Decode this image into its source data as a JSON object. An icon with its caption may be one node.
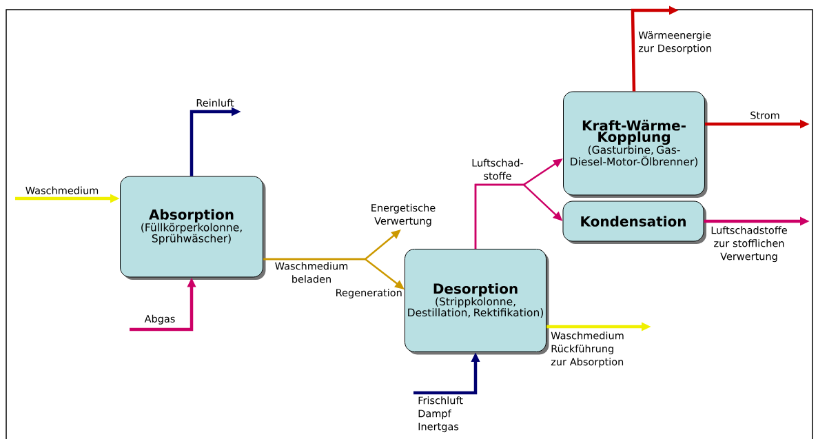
{
  "diagram": {
    "nodes": [
      {
        "text": [
          "Absorption",
          "(Füllkörperkolonne, Sprühwäscher)"
        ]
      },
      {
        "text": [
          "Desorption",
          "(Strippkolonne, Destillation, Rektifikation)"
        ]
      },
      {
        "text": [
          "Kraft-Wärme-Kopplung",
          "(Gasturbine, Gas-Diesel-Motor-Ölbrenner)"
        ]
      },
      {
        "text": [
          "Kondensation"
        ]
      }
    ],
    "edges": [
      {
        "from": 0,
        "to": null,
        "arrow": "to",
        "label": "Energetische Verwertung",
        "color": "#cc9900"
      },
      {
        "from": 0,
        "to": 1,
        "arrow": "to",
        "label": "Regeneration",
        "color": "#cc9900"
      },
      {
        "from": 1,
        "to": 2,
        "arrow": "to",
        "color": "#cc0066"
      },
      {
        "from": 1,
        "to": 3,
        "arrow": "to",
        "color": "#cc0066"
      },
      {
        "from": null,
        "to": 0,
        "arrow": "to",
        "label": "Waschmedium",
        "color": "#f0f000"
      },
      {
        "from": 0,
        "to": null,
        "arrow": "to",
        "label": "Reinluft",
        "color": "#000070"
      },
      {
        "from": null,
        "to": 0,
        "arrow": "to",
        "label": "Abgas",
        "color": "#cc0066"
      },
      {
        "from": 1,
        "to": null,
        "arrow": "to",
        "label": "Waschmedium Rückführung zur Absorption",
        "color": "#f0f000"
      },
      {
        "from": null,
        "to": 1,
        "arrow": "to",
        "label": "Frischluft Dampf Inertgas",
        "color": "#000070"
      },
      {
        "from": 2,
        "to": null,
        "arrow": "to",
        "label": "Wärmeenergie zur Desorption",
        "color": "#cc0000"
      },
      {
        "from": 2,
        "to": null,
        "arrow": "to",
        "label": "Strom",
        "color": "#cc0000"
      },
      {
        "from": 3,
        "to": null,
        "arrow": "to",
        "label": "Luftschadstoffe zur stofflichen Verwertung",
        "color": "#cc0066"
      }
    ],
    "labels": [
      "Waschmedium beladen",
      "Luftschad- stoffe"
    ]
  }
}
